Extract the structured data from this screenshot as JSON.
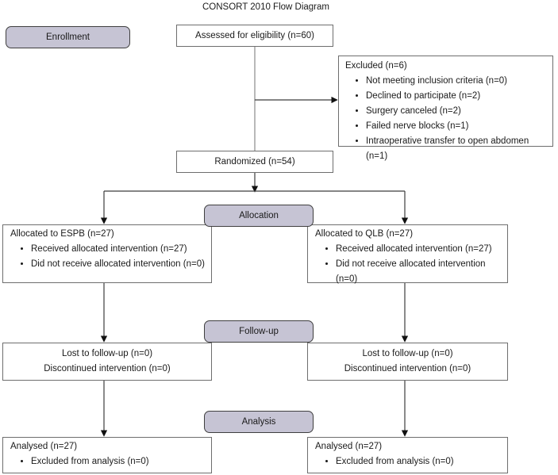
{
  "title": "CONSORT 2010 Flow Diagram",
  "stages": {
    "enrollment": "Enrollment",
    "allocation": "Allocation",
    "followup": "Follow-up",
    "analysis": "Analysis"
  },
  "boxes": {
    "assessed": {
      "text": "Assessed for eligibility (n=60)"
    },
    "excluded": {
      "title": "Excluded (n=6)",
      "items": [
        "Not meeting inclusion criteria (n=0)",
        "Declined to participate (n=2)",
        "Surgery canceled (n=2)",
        "Failed nerve blocks (n=1)",
        "Intraoperative transfer to open abdomen (n=1)"
      ]
    },
    "randomized": {
      "text": "Randomized (n=54)"
    },
    "alloc_left": {
      "title": "Allocated to ESPB (n=27)",
      "items": [
        "Received allocated intervention (n=27)",
        "Did not receive allocated intervention (n=0)"
      ]
    },
    "alloc_right": {
      "title": "Allocated to QLB (n=27)",
      "items": [
        "Received allocated intervention (n=27)",
        "Did not receive allocated intervention (n=0)"
      ]
    },
    "followup_left": {
      "lines": [
        "Lost to follow-up (n=0)",
        "Discontinued intervention (n=0)"
      ]
    },
    "followup_right": {
      "lines": [
        "Lost to follow-up (n=0)",
        "Discontinued intervention (n=0)"
      ]
    },
    "analysis_left": {
      "title": "Analysed (n=27)",
      "items": [
        "Excluded from analysis (n=0)"
      ]
    },
    "analysis_right": {
      "title": "Analysed (n=27)",
      "items": [
        "Excluded from analysis (n=0)"
      ]
    }
  },
  "colors": {
    "stage_fill": "#c6c4d4",
    "stage_border": "#3f3f3f",
    "box_border": "#6e6e6e",
    "connector": "#8a8a8a",
    "arrow_line": "#3c3c3c",
    "arrow_head": "#111111",
    "text": "#1a1a1a"
  }
}
